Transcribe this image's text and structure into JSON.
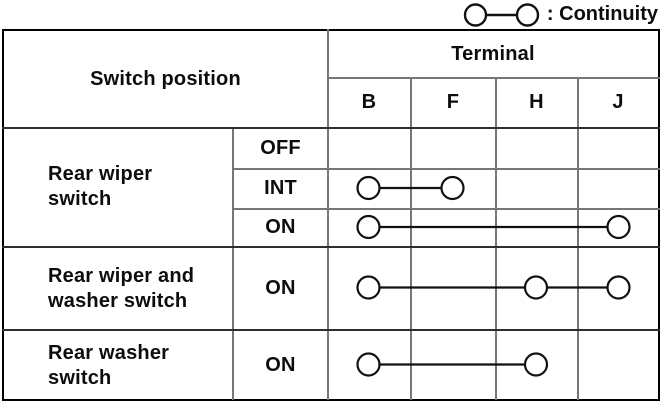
{
  "legend": {
    "label": ": Continuity"
  },
  "table": {
    "header": {
      "switch_position": "Switch position",
      "terminal": "Terminal",
      "terminal_columns": [
        "B",
        "F",
        "H",
        "J"
      ]
    },
    "groups": [
      {
        "name": "Rear wiper switch",
        "name_lines": [
          "Rear wiper",
          "switch"
        ],
        "rows": [
          {
            "position": "OFF",
            "continuity": []
          },
          {
            "position": "INT",
            "continuity": [
              "B",
              "F"
            ]
          },
          {
            "position": "ON",
            "continuity": [
              "B",
              "J"
            ]
          }
        ]
      },
      {
        "name": "Rear wiper and washer switch",
        "name_lines": [
          "Rear wiper and",
          "washer switch"
        ],
        "rows": [
          {
            "position": "ON",
            "continuity": [
              "B",
              "H",
              "J"
            ]
          }
        ]
      },
      {
        "name": "Rear washer switch",
        "name_lines": [
          "Rear washer",
          "switch"
        ],
        "rows": [
          {
            "position": "ON",
            "continuity": [
              "B",
              "H"
            ]
          }
        ]
      }
    ]
  },
  "colors": {
    "ink": "#111111",
    "grid": "#767676",
    "separator": "#2e2e2e",
    "background": "#ffffff"
  }
}
